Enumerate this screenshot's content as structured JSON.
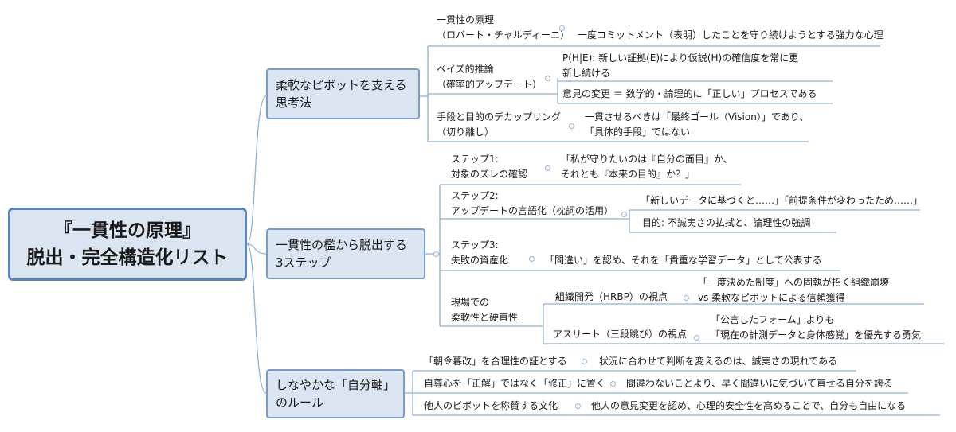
{
  "root": {
    "line1": "『一貫性の原理』",
    "line2": "脱出・完全構造化リスト"
  },
  "b1": {
    "title1": "柔軟なピボットを支える",
    "title2": "思考法",
    "n1": {
      "l1": "一貫性の原理",
      "l2": "（ロバート・チャルディーニ）",
      "c1": "一度コミットメント（表明）したことを守り続けようとする強力な心理"
    },
    "n2": {
      "l1": "ベイズ的推論",
      "l2": "（確率的アップデート）",
      "c1a": "P(H|E): 新しい証拠(E)により仮説(H)の確信度を常に更",
      "c1b": "新し続ける",
      "c2": "意見の変更 ＝ 数学的・論理的に「正しい」プロセスである"
    },
    "n3": {
      "l1": "手段と目的のデカップリング",
      "l2": "（切り離し）",
      "c1a": "一貫させるべきは「最終ゴール（Vision）」であり、",
      "c1b": "「具体的手段」ではない"
    }
  },
  "b2": {
    "title1": "一貫性の檻から脱出する",
    "title2": "3ステップ",
    "s1": {
      "l1": "ステップ1:",
      "l2": "対象のズレの確認",
      "c1a": "「私が守りたいのは『自分の面目』か、",
      "c1b": "それとも『本来の目的』か？」"
    },
    "s2": {
      "l1": "ステップ2:",
      "l2": "アップデートの言語化（枕詞の活用）",
      "c1": "「新しいデータに基づくと……」「前提条件が変わったため……」",
      "c2": "目的: 不誠実さの払拭と、論理性の強調"
    },
    "s3": {
      "l1": "ステップ3:",
      "l2": "失敗の資産化",
      "c1": "「間違い」を認め、それを「貴重な学習データ」として公表する"
    },
    "s4": {
      "l1": "現場での",
      "l2": "柔軟性と硬直性",
      "p1": {
        "label": "組織開発（HRBP）の視点",
        "c1a": "「一度決めた制度」への固執が招く組織崩壊",
        "c1b": "vs 柔軟なピボットによる信頼獲得"
      },
      "p2": {
        "label": "アスリート（三段跳び）の視点",
        "c1a": "「公言したフォーム」よりも",
        "c1b": "「現在の計測データと身体感覚」を優先する勇気"
      }
    }
  },
  "b3": {
    "title1": "しなやかな「自分軸」",
    "title2": "のルール",
    "r1": {
      "label": "「朝令暮改」を合理性の証とする",
      "c1": "状況に合わせて判断を変えるのは、誠実さの現れである"
    },
    "r2": {
      "label": "自尊心を「正解」ではなく「修正」に置く",
      "c1": "間違わないことより、早く間違いに気づいて直せる自分を誇る"
    },
    "r3": {
      "label": "他人のピボットを称賛する文化",
      "c1": "他人の意見変更を認め、心理的安全性を高めることで、自分も自由になる"
    }
  }
}
